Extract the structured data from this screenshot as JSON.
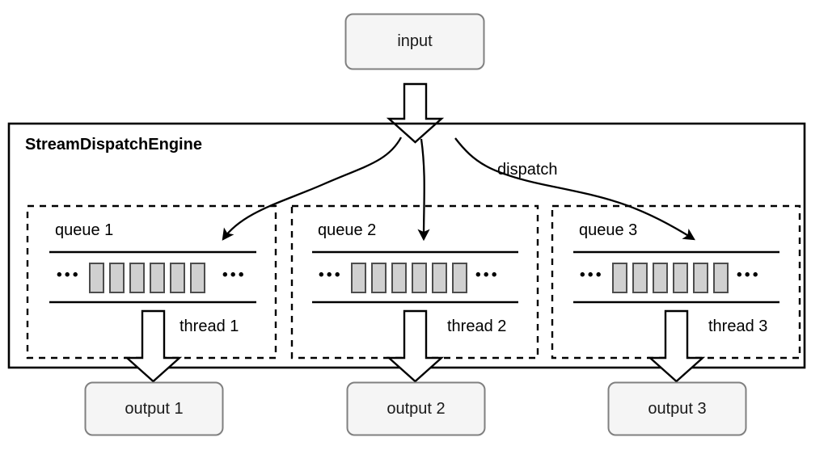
{
  "diagram": {
    "title_text": "StreamDispatchEngine",
    "dispatch_label": "dispatch",
    "input": {
      "label": "input"
    },
    "engine": {
      "name": "StreamDispatchEngine"
    },
    "lanes": [
      {
        "queue_label": "queue 1",
        "thread_label": "thread 1",
        "output_label": "output 1",
        "leading_ellipsis": "• • •",
        "trailing_ellipsis": "• • •",
        "item_count": 6
      },
      {
        "queue_label": "queue 2",
        "thread_label": "thread 2",
        "output_label": "output 2",
        "leading_ellipsis": "• • •",
        "trailing_ellipsis": "• • •",
        "item_count": 6
      },
      {
        "queue_label": "queue 3",
        "thread_label": "thread 3",
        "output_label": "output 3",
        "leading_ellipsis": "• • •",
        "trailing_ellipsis": "• • •",
        "item_count": 6
      }
    ],
    "colors": {
      "box_fill": "#f5f5f5",
      "box_stroke": "#808080",
      "engine_stroke": "#000000",
      "lane_stroke": "#000000",
      "queue_item_fill": "#d0d0d0",
      "queue_item_stroke": "#4d4d4d",
      "arrow_fill": "#ffffff",
      "arrow_stroke": "#000000",
      "text": "#1a1a1a",
      "background": "#ffffff"
    }
  }
}
